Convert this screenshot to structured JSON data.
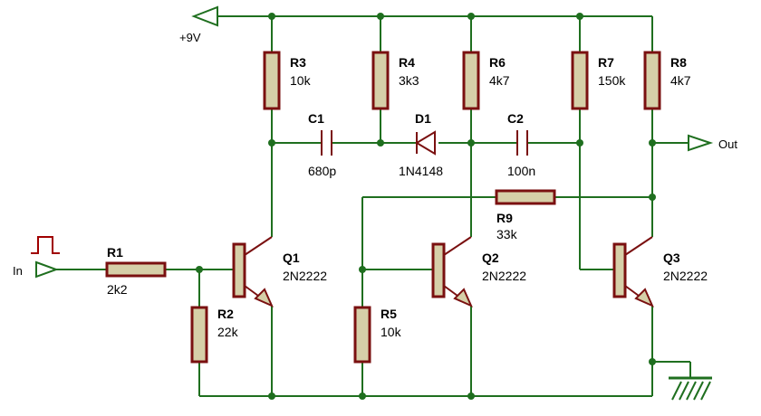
{
  "supply": {
    "label": "+9V"
  },
  "ports": {
    "input": "In",
    "output": "Out"
  },
  "resistors": {
    "R1": {
      "ref": "R1",
      "value": "2k2"
    },
    "R2": {
      "ref": "R2",
      "value": "22k"
    },
    "R3": {
      "ref": "R3",
      "value": "10k"
    },
    "R4": {
      "ref": "R4",
      "value": "3k3"
    },
    "R5": {
      "ref": "R5",
      "value": "10k"
    },
    "R6": {
      "ref": "R6",
      "value": "4k7"
    },
    "R7": {
      "ref": "R7",
      "value": "150k"
    },
    "R8": {
      "ref": "R8",
      "value": "4k7"
    },
    "R9": {
      "ref": "R9",
      "value": "33k"
    }
  },
  "capacitors": {
    "C1": {
      "ref": "C1",
      "value": "680p"
    },
    "C2": {
      "ref": "C2",
      "value": "100n"
    }
  },
  "diodes": {
    "D1": {
      "ref": "D1",
      "value": "1N4148"
    }
  },
  "transistors": {
    "Q1": {
      "ref": "Q1",
      "value": "2N2222"
    },
    "Q2": {
      "ref": "Q2",
      "value": "2N2222"
    },
    "Q3": {
      "ref": "Q3",
      "value": "2N2222"
    }
  },
  "colors": {
    "wire": "#1f6f1f",
    "component_outline": "#7a1010",
    "resistor_fill": "#d6cfa8"
  }
}
